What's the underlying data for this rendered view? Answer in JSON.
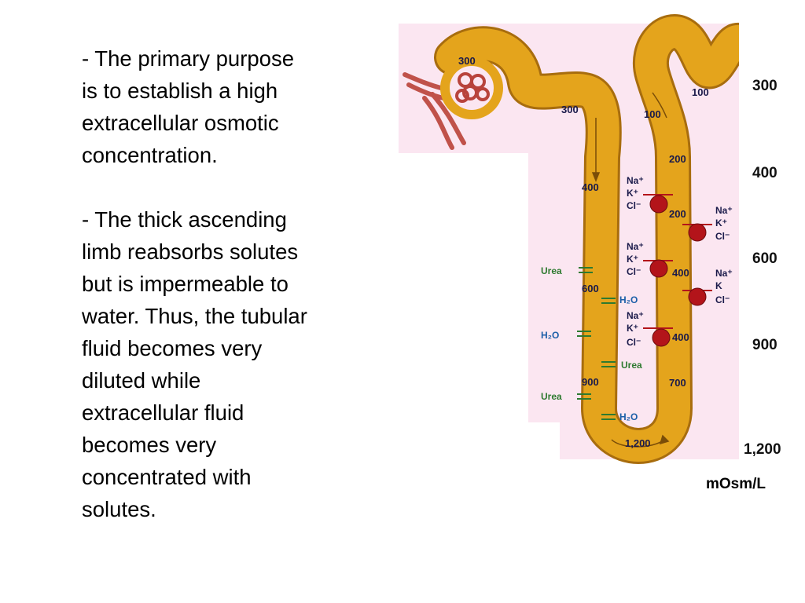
{
  "text": {
    "bullet1_lines": [
      "-  The primary purpose",
      "is to establish a high",
      "extracellular osmotic",
      "concentration."
    ],
    "bullet2_lines": [
      "-  The thick ascending",
      "limb reabsorbs solutes",
      "but is impermeable to",
      "water. Thus, the tubular",
      "fluid becomes very",
      "diluted while",
      "extracellular fluid",
      "becomes very",
      "concentrated with",
      "solutes."
    ]
  },
  "diagram": {
    "colors": {
      "background": "#fbe6f1",
      "tubule": "#e4a41c",
      "tubule_outline": "#a86d0e",
      "pump": "#b3141a",
      "label": "#1a1a4a",
      "water_label": "#1c5fa8",
      "urea_label": "#2e7a30"
    },
    "tubule_values": {
      "glomerulus": "300",
      "pct_top": "300",
      "desc_400": "400",
      "desc_600": "600",
      "desc_900": "900",
      "bottom": "1,200",
      "asc_100_top": "100",
      "asc_100": "100",
      "asc_200a": "200",
      "asc_200b": "200",
      "asc_400a": "400",
      "asc_400b": "400",
      "asc_700": "700"
    },
    "ion_labels": {
      "na": "Na",
      "na_plus": "Na⁺",
      "k": "K",
      "k_plus": "K⁺",
      "cl": "Cl⁻",
      "h2o": "H₂O",
      "urea": "Urea"
    },
    "scale": [
      "300",
      "400",
      "600",
      "900",
      "1,200"
    ],
    "units": "mOsm/L"
  }
}
